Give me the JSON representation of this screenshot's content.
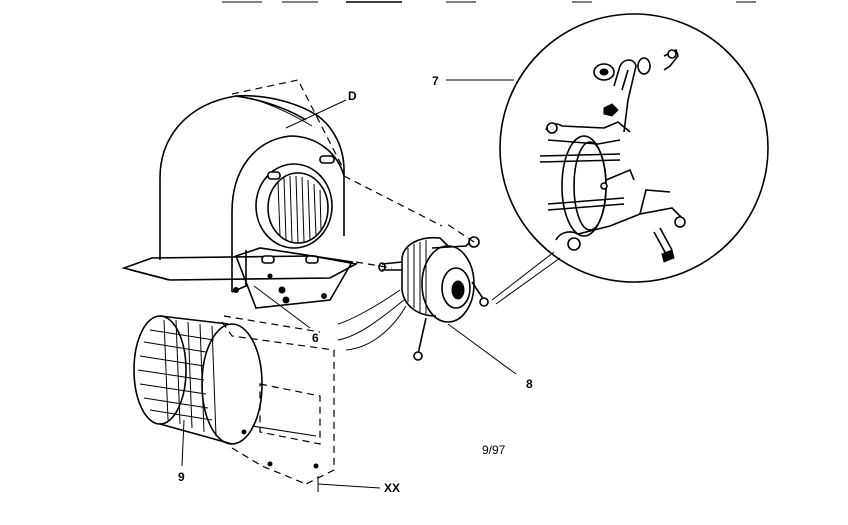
{
  "labels": {
    "housing": "D",
    "motor_mount_detail": "7",
    "mounting_bracket": "6",
    "motor": "8",
    "blower_wheel": "9",
    "hardware": "XX",
    "revision_date": "9/97"
  }
}
